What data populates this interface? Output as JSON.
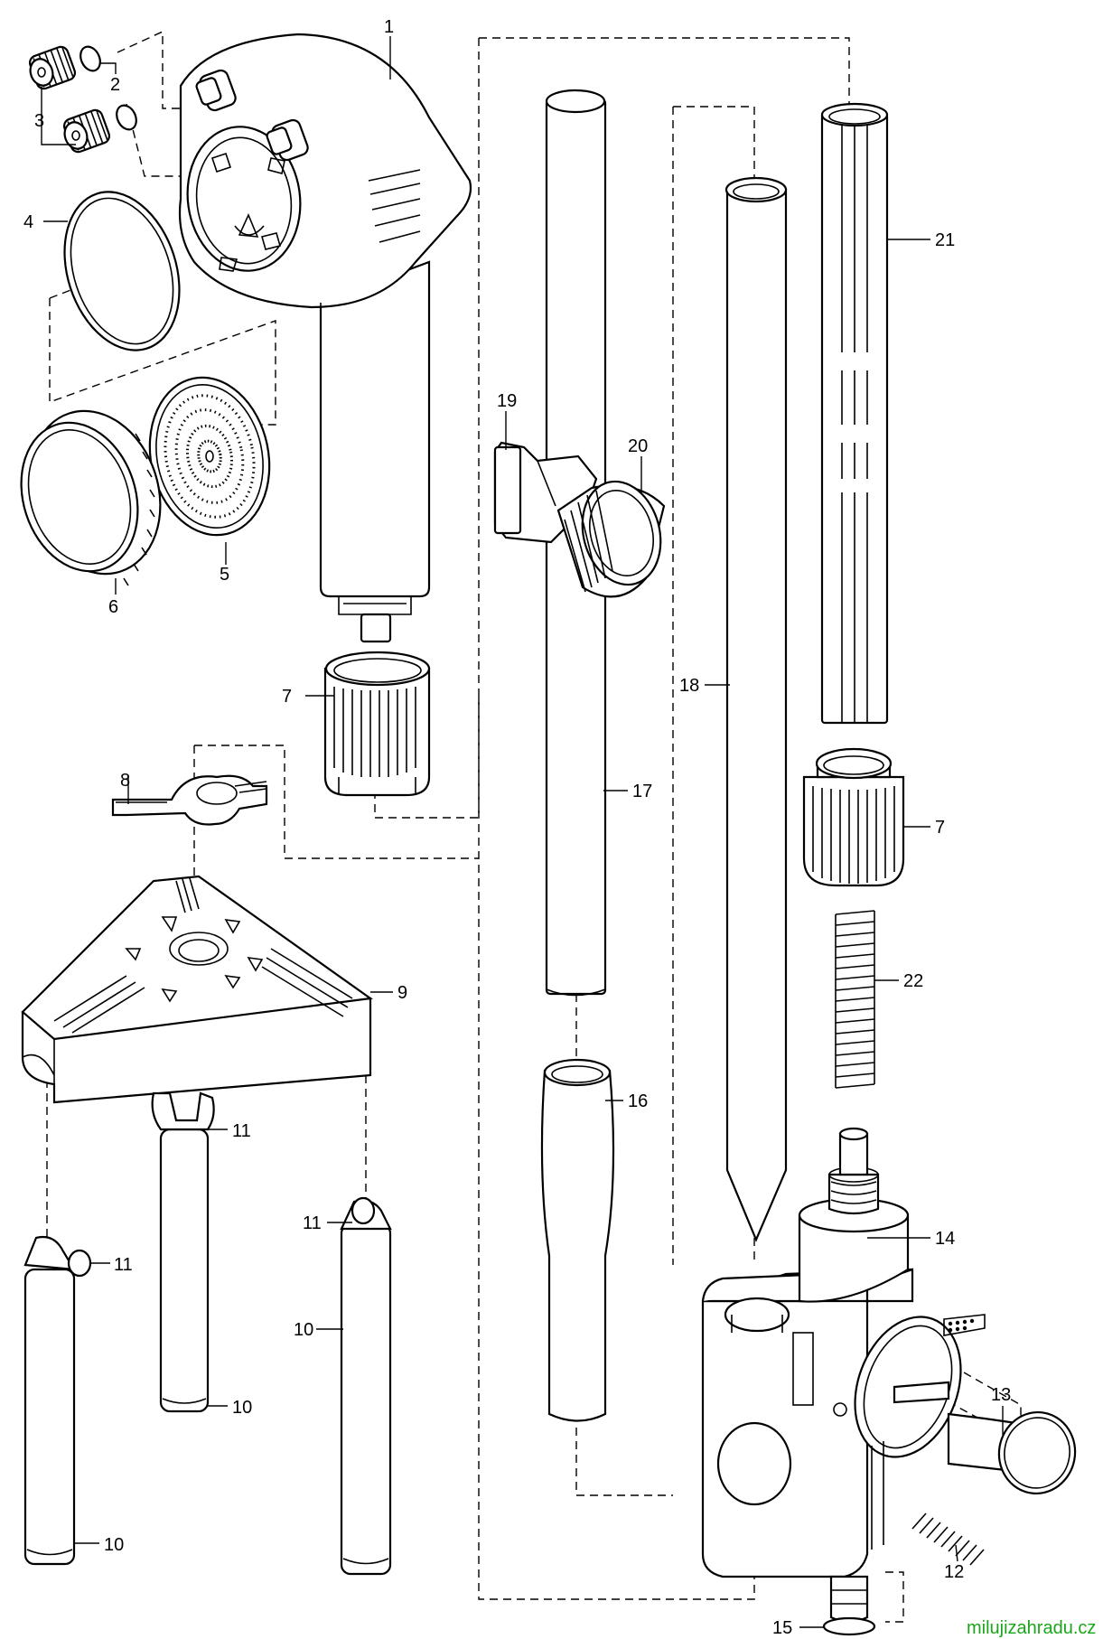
{
  "diagram": {
    "callouts": {
      "c1": "1",
      "c2": "2",
      "c3": "3",
      "c4": "4",
      "c5": "5",
      "c6": "6",
      "c7a": "7",
      "c7b": "7",
      "c8": "8",
      "c9": "9",
      "c10a": "10",
      "c10b": "10",
      "c10c": "10",
      "c11a": "11",
      "c11b": "11",
      "c11c": "11",
      "c12": "12",
      "c13": "13",
      "c14": "14",
      "c15": "15",
      "c16": "16",
      "c17": "17",
      "c18": "18",
      "c19": "19",
      "c20": "20",
      "c21": "21",
      "c22": "22"
    },
    "watermark": "milujizahradu.cz",
    "colors": {
      "line": "#000000",
      "watermark": "#1aa51a",
      "background": "#ffffff"
    }
  }
}
